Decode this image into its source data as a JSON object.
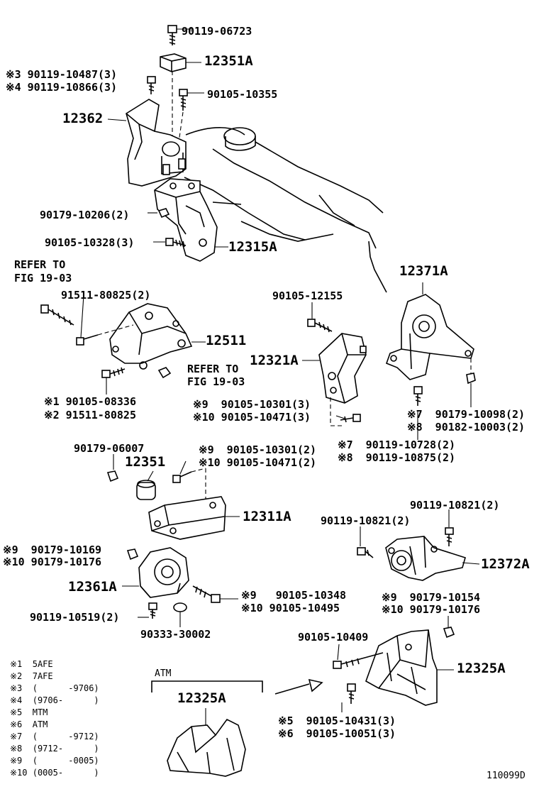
{
  "labels": {
    "p_90119_06723": "90119-06723",
    "p_12351A": "12351A",
    "p_note3_top": "※3 90119-10487(3)",
    "p_note4_top": "※4 90119-10866(3)",
    "p_90105_10355": "90105-10355",
    "p_12362": "12362",
    "p_90179_10206": "90179-10206(2)",
    "p_90105_10328": "90105-10328(3)",
    "p_12315A": "12315A",
    "refer_1a": "REFER TO",
    "refer_1b": "FIG 19-03",
    "p_91511_80825_2": "91511-80825(2)",
    "p_12511": "12511",
    "refer_2a": "REFER TO",
    "refer_2b": "FIG 19-03",
    "p_note1": "※1 90105-08336",
    "p_note2": "※2 91511-80825",
    "p_90105_12155": "90105-12155",
    "p_12321A": "12321A",
    "p_note9_a": "※9  90105-10301(3)",
    "p_note10_a": "※10 90105-10471(3)",
    "p_12371A": "12371A",
    "p_note7_a": "※7  90179-10098(2)",
    "p_note8_a": "※8  90182-10003(2)",
    "p_note7_b": "※7  90119-10728(2)",
    "p_note8_b": "※8  90119-10875(2)",
    "p_90179_06007": "90179-06007",
    "p_12351": "12351",
    "p_note9_b": "※9  90105-10301(2)",
    "p_note10_b": "※10 90105-10471(2)",
    "p_12311A": "12311A",
    "p_90119_10821_a": "90119-10821(2)",
    "p_90119_10821_b": "90119-10821(2)",
    "p_12372A": "12372A",
    "p_note9_c": "※9  90179-10169",
    "p_note10_c": "※10 90179-10176",
    "p_12361A": "12361A",
    "p_note9_d": "※9   90105-10348",
    "p_note10_d": "※10 90105-10495",
    "p_note9_e": "※9  90179-10154",
    "p_note10_e": "※10 90179-10176",
    "p_90119_10519": "90119-10519(2)",
    "p_90333_30002": "90333-30002",
    "p_90105_10409": "90105-10409",
    "p_12325A_right": "12325A",
    "atm_label": "ATM",
    "p_12325A_left": "12325A",
    "p_note5": "※5  90105-10431(3)",
    "p_note6": "※6  90105-10051(3)",
    "figure_id": "110099D"
  },
  "legend": [
    "※1  5AFE",
    "※2  7AFE",
    "※3  (      -9706)",
    "※4  (9706-      )",
    "※5  MTM",
    "※6  ATM",
    "※7  (      -9712)",
    "※8  (9712-      )",
    "※9  (      -0005)",
    "※10 (0005-      )"
  ]
}
